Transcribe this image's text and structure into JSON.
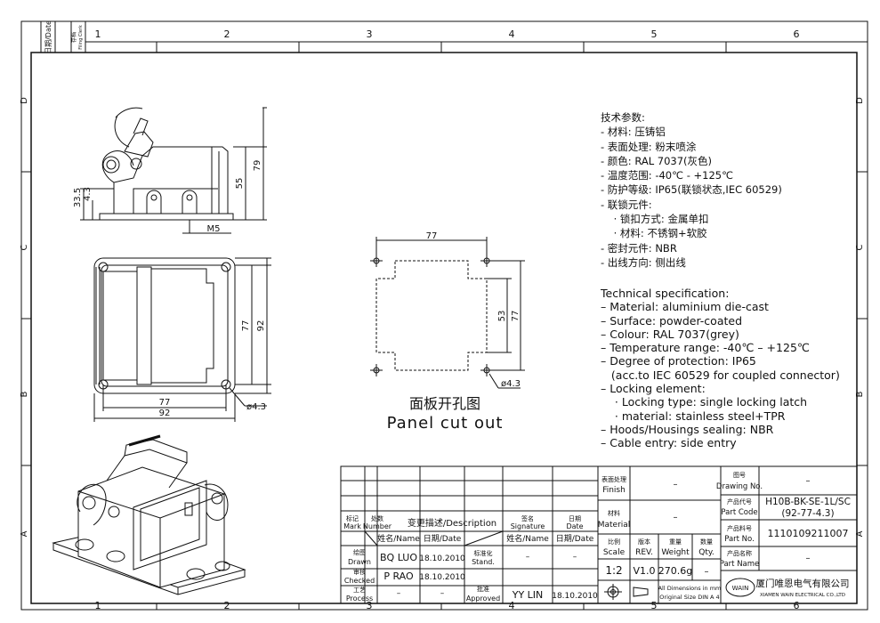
{
  "frame": {
    "col_markers": [
      "1",
      "2",
      "3",
      "4",
      "5",
      "6"
    ],
    "row_markers": [
      "D",
      "C",
      "B",
      "A"
    ],
    "corner_labels": {
      "date": "日期/Date",
      "filing": "存档",
      "filing_en": "Filing Clerk"
    }
  },
  "dimensions": {
    "side_height_79": "79",
    "side_height_55": "55",
    "side_33_5": "33.5",
    "side_4_3": "4.3",
    "side_m5": "M5",
    "top_77": "77",
    "top_92": "92",
    "top_bottom_77": "77",
    "top_bottom_92": "92",
    "top_hole": "ø4.3",
    "cut_77": "77",
    "cut_53": "53",
    "cut_77_v": "77",
    "cut_hole": "ø4.3"
  },
  "panel_cutout": {
    "title_cn": "面板开孔图",
    "title_en": "Panel cut out"
  },
  "spec_cn": [
    "技术参数:",
    "- 材料: 压铸铝",
    "- 表面处理: 粉末喷涂",
    "- 颜色: RAL 7037(灰色)",
    "- 温度范围: -40℃ - +125℃",
    "- 防护等级: IP65(联锁状态,IEC 60529)",
    "- 联锁元件:",
    "    · 锁扣方式: 金属单扣",
    "    · 材料: 不锈钢+软胶",
    "- 密封元件: NBR",
    "- 出线方向: 侧出线"
  ],
  "spec_en": [
    "Technical specification:",
    "– Material: aluminium die-cast",
    "– Surface: powder-coated",
    "– Colour: RAL 7037(grey)",
    "– Temperature range: -40℃ – +125℃",
    "– Degree of protection: IP65",
    "   (acc.to IEC 60529 for coupled connector)",
    "– Locking element:",
    "    · Locking type: single locking latch",
    "    · material: stainless steel+TPR",
    "– Hoods/Housings sealing: NBR",
    "– Cable entry: side entry"
  ],
  "title_block": {
    "mark": "标记",
    "mark_en": "Mark",
    "number": "处数",
    "number_en": "Number",
    "description": "变更描述/Description",
    "signature": "签名",
    "signature_en": "Signature",
    "date": "日期",
    "date_en": "Date",
    "name_hdr": "姓名/Name",
    "date_hdr": "日期/Date",
    "drawn": "绘图",
    "drawn_en": "Drawn",
    "checked": "审核",
    "checked_en": "Checked",
    "process": "工艺",
    "process_en": "Process",
    "stand": "标准化",
    "stand_en": "Stand.",
    "approved": "批准",
    "approved_en": "Approved",
    "drawn_name": "BQ LUO",
    "drawn_date": "18.10.2010",
    "checked_name": "P RAO",
    "checked_date": "18.10.2010",
    "process_name": "–",
    "process_date": "–",
    "stand_name": "–",
    "stand_date": "–",
    "approved_name": "YY LIN",
    "approved_date": "18.10.2010",
    "finish": "表面处理",
    "finish_en": "Finish",
    "finish_val": "–",
    "material": "材料",
    "material_en": "Material",
    "material_val": "–",
    "scale": "比例",
    "scale_en": "Scale",
    "scale_val": "1:2",
    "rev": "版本",
    "rev_en": "REV.",
    "rev_val": "V1.0",
    "weight": "重量",
    "weight_en": "Weight",
    "weight_val": "270.6g",
    "qty": "数量",
    "qty_en": "Qty.",
    "qty_val": "–",
    "note1": "All Dimensions in mm",
    "note2": "Original Size DIN A 4",
    "drawing_no": "图号",
    "drawing_no_en": "Drawing No.",
    "drawing_no_val": "–",
    "part_code": "产品代号",
    "part_code_en": "Part Code",
    "part_code_val1": "H10B-BK-SE-1L/SC",
    "part_code_val2": "(92-77-4.3)",
    "part_no": "产品料号",
    "part_no_en": "Part No.",
    "part_no_val": "1110109211007",
    "part_name": "产品名称",
    "part_name_en": "Part Name",
    "part_name_val": "–",
    "logo": "WAIN",
    "company_cn": "厦门唯恩电气有限公司",
    "company_en": "XIAMEN WAIN ELECTRICAL CO.,LTD"
  }
}
